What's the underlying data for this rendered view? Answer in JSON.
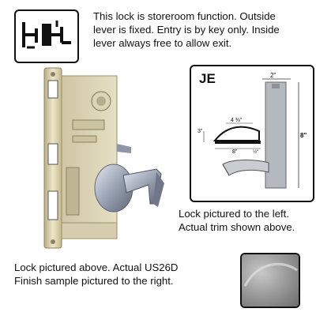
{
  "icon": {
    "name": "storeroom-function-icon"
  },
  "description": {
    "lines": [
      "This lock is storeroom function. Outside",
      "lever is fixed. Entry is by key only. Inside",
      "lever always free to allow exit."
    ]
  },
  "je_diagram": {
    "title": "JE",
    "dimensions": {
      "rose_width": "2\"",
      "lever_height": "8\"",
      "lever_length": "4 ⅜\"",
      "projection": "3\"",
      "base_length": "8\"",
      "thickness": "½\""
    }
  },
  "captions": {
    "trim": [
      "Lock pictured to the left.",
      "Actual trim shown above."
    ],
    "finish": [
      "Lock pictured above. Actual US26D",
      "Finish sample pictured to the right."
    ]
  },
  "colors": {
    "border": "#111111",
    "lock_body": "#d9cfa8",
    "lever": "#9aa3b3",
    "finish": "#9a9a9a"
  }
}
